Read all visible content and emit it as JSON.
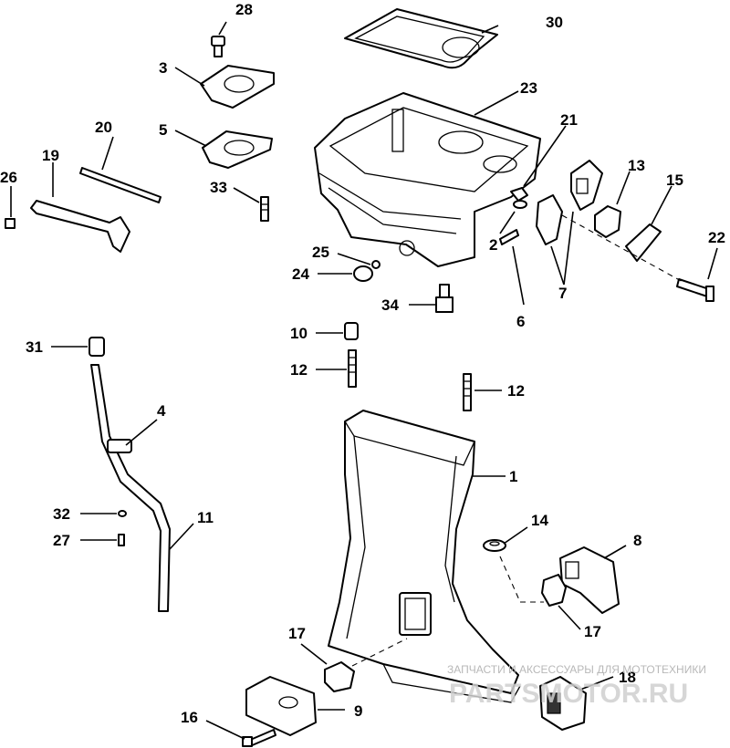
{
  "diagram": {
    "callouts": {
      "p1": "1",
      "p2": "2",
      "p3": "3",
      "p4": "4",
      "p5": "5",
      "p6": "6",
      "p7": "7",
      "p8": "8",
      "p9": "9",
      "p10": "10",
      "p11": "11",
      "p12a": "12",
      "p12b": "12",
      "p13": "13",
      "p14": "14",
      "p15": "15",
      "p16": "16",
      "p17a": "17",
      "p17b": "17",
      "p18": "18",
      "p19": "19",
      "p20": "20",
      "p21": "21",
      "p22": "22",
      "p23": "23",
      "p24": "24",
      "p25": "25",
      "p26": "26",
      "p27": "27",
      "p28": "28",
      "p30": "30",
      "p31": "31",
      "p32": "32",
      "p33": "33",
      "p34": "34"
    }
  },
  "watermark": {
    "tagline": "ЗАПЧАСТИ И АКСЕССУАРЫ ДЛЯ МОТОТЕХНИКИ",
    "logo": "PARTSMOTOR.RU"
  }
}
